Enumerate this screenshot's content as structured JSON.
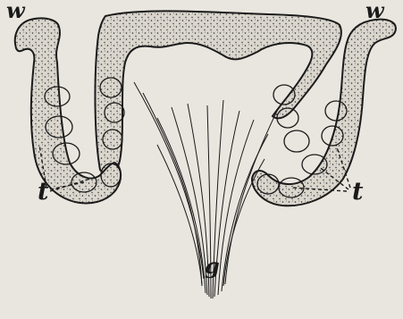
{
  "figure": {
    "background": "#e9e6df",
    "ink": "#1a1a1a",
    "tissue_fill": "#dad6cd",
    "labels": {
      "w_left": "w",
      "w_right": "w",
      "t_left": "t",
      "t_right": "t",
      "g": "g"
    }
  }
}
